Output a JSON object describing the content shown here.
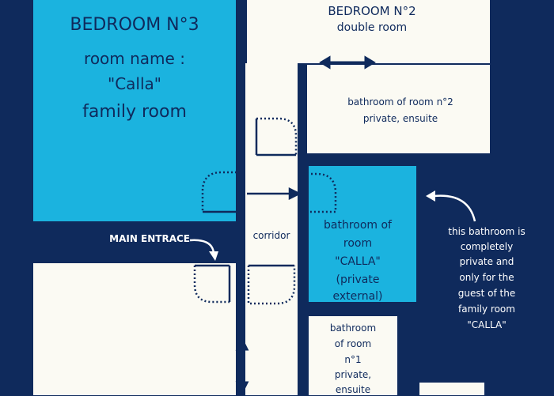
{
  "bedroom3": {
    "title": "BEDROOM N°3",
    "line1": "room name :",
    "line2": "\"Calla\"",
    "line3": "family room"
  },
  "bedroom2": {
    "title": "BEDROOM N°2",
    "subtitle": "double room"
  },
  "bathroom2": {
    "line1": "bathroom of room n°2",
    "line2": "private, ensuite"
  },
  "corridor": {
    "label": "corridor"
  },
  "main_entrance": {
    "label": "MAIN ENTRACE"
  },
  "bathroom_calla": {
    "line1": "bathroom of",
    "line2": "room",
    "line3": "\"CALLA\"",
    "line4": "(private",
    "line5": "external)"
  },
  "bathroom1": {
    "line1": "bathroom",
    "line2": "of room",
    "line3": "n°1",
    "line4": "private,",
    "line5": "ensuite"
  },
  "note": {
    "line1": "this bathroom is",
    "line2": "completely",
    "line3": "private and",
    "line4": "only for the",
    "line5": "guest of the",
    "line6": "family room",
    "line7": "\"CALLA\""
  },
  "colors": {
    "background": "#0f2a5c",
    "room_cyan": "#1bb3df",
    "room_cream": "#fbfaf3",
    "text_navy": "#0f2a5c",
    "text_white": "#ffffff"
  }
}
